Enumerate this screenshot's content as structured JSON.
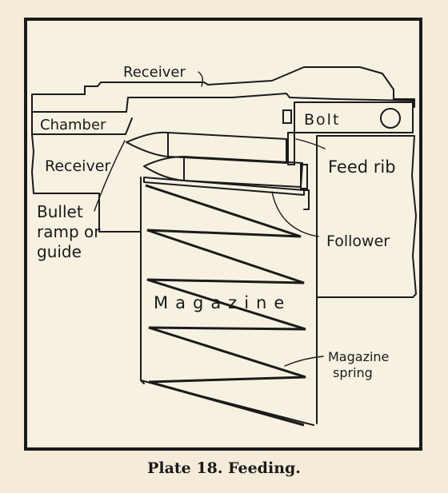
{
  "labels": {
    "receiver_top": "Receiver",
    "chamber": "Chamber",
    "bolt": "Bolt",
    "receiver_left": "Receiver",
    "feed_rib": "Feed rib",
    "bullet_line1": "Bullet",
    "bullet_line2": "ramp or",
    "bullet_line3": "guide",
    "follower": "Follower",
    "magazine": "Magazine",
    "magazine_spring_line1": "Magazine",
    "magazine_spring_line2": "spring"
  },
  "caption": "Plate 18.  Feeding."
}
